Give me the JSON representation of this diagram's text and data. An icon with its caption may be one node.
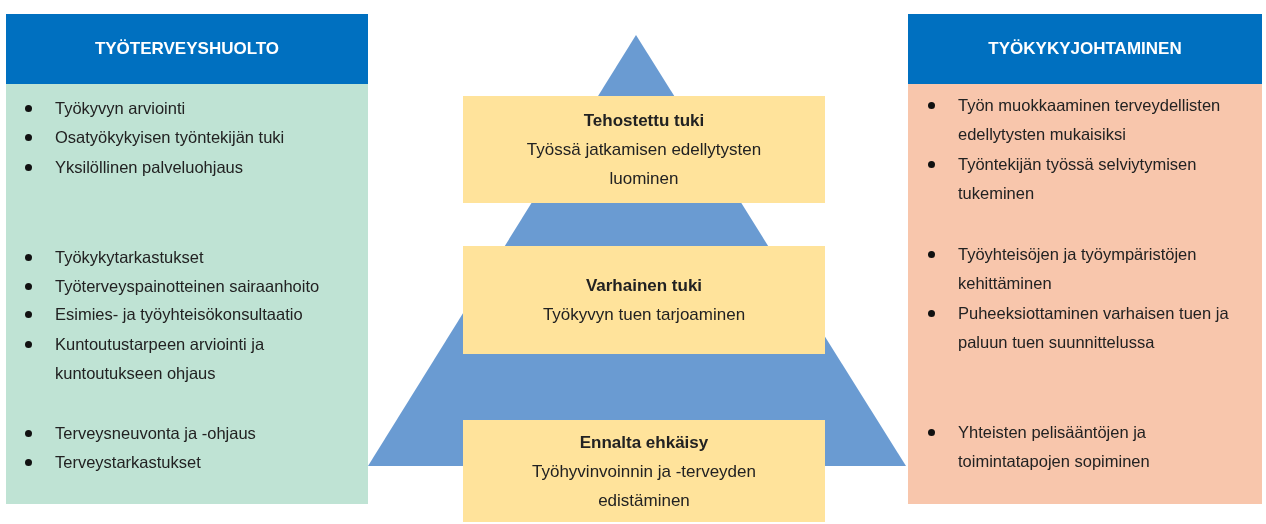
{
  "diagram": {
    "nodes": [
      {
        "text": [
          "TYÖTERVEYSHUOLTO"
        ]
      },
      {
        "text": [
          "Työkyvyn arviointi",
          "Osatyökykyisen työntekijän tuki",
          "Yksilöllinen palveluohjaus",
          "Työkykytarkastukset",
          "Työterveyspainotteinen sairaanhoito",
          "Esimies- ja työyhteisökonsultaatio",
          "Kuntoutustarpeen arviointi ja kuntoutukseen ohjaus",
          "Terveysneuvonta ja -ohjaus",
          "Terveystarkastukset"
        ]
      },
      {
        "text": [
          "Tehostettu tuki",
          "Työssä jatkamisen edellytysten luominen"
        ]
      },
      {
        "text": [
          "Varhainen tuki",
          "Työkyvyn tuen tarjoaminen"
        ]
      },
      {
        "text": [
          "Ennalta ehkäisy",
          "Työhyvinvoinnin ja -terveyden edistäminen"
        ]
      },
      {
        "text": [
          "TYÖKYKYJOHTAMINEN"
        ]
      },
      {
        "text": [
          "Työn muokkaaminen terveydellisten edellytysten mukaisiksi",
          "Työntekijän työssä selviytymisen tukeminen",
          "Työyhteisöjen ja työympäristöjen kehittäminen",
          "Puheeksiottaminen varhaisen tuen ja paluun tuen suunnittelussa",
          "Yhteisten pelisääntöjen ja toimintatapojen sopiminen"
        ]
      }
    ],
    "edges": []
  }
}
